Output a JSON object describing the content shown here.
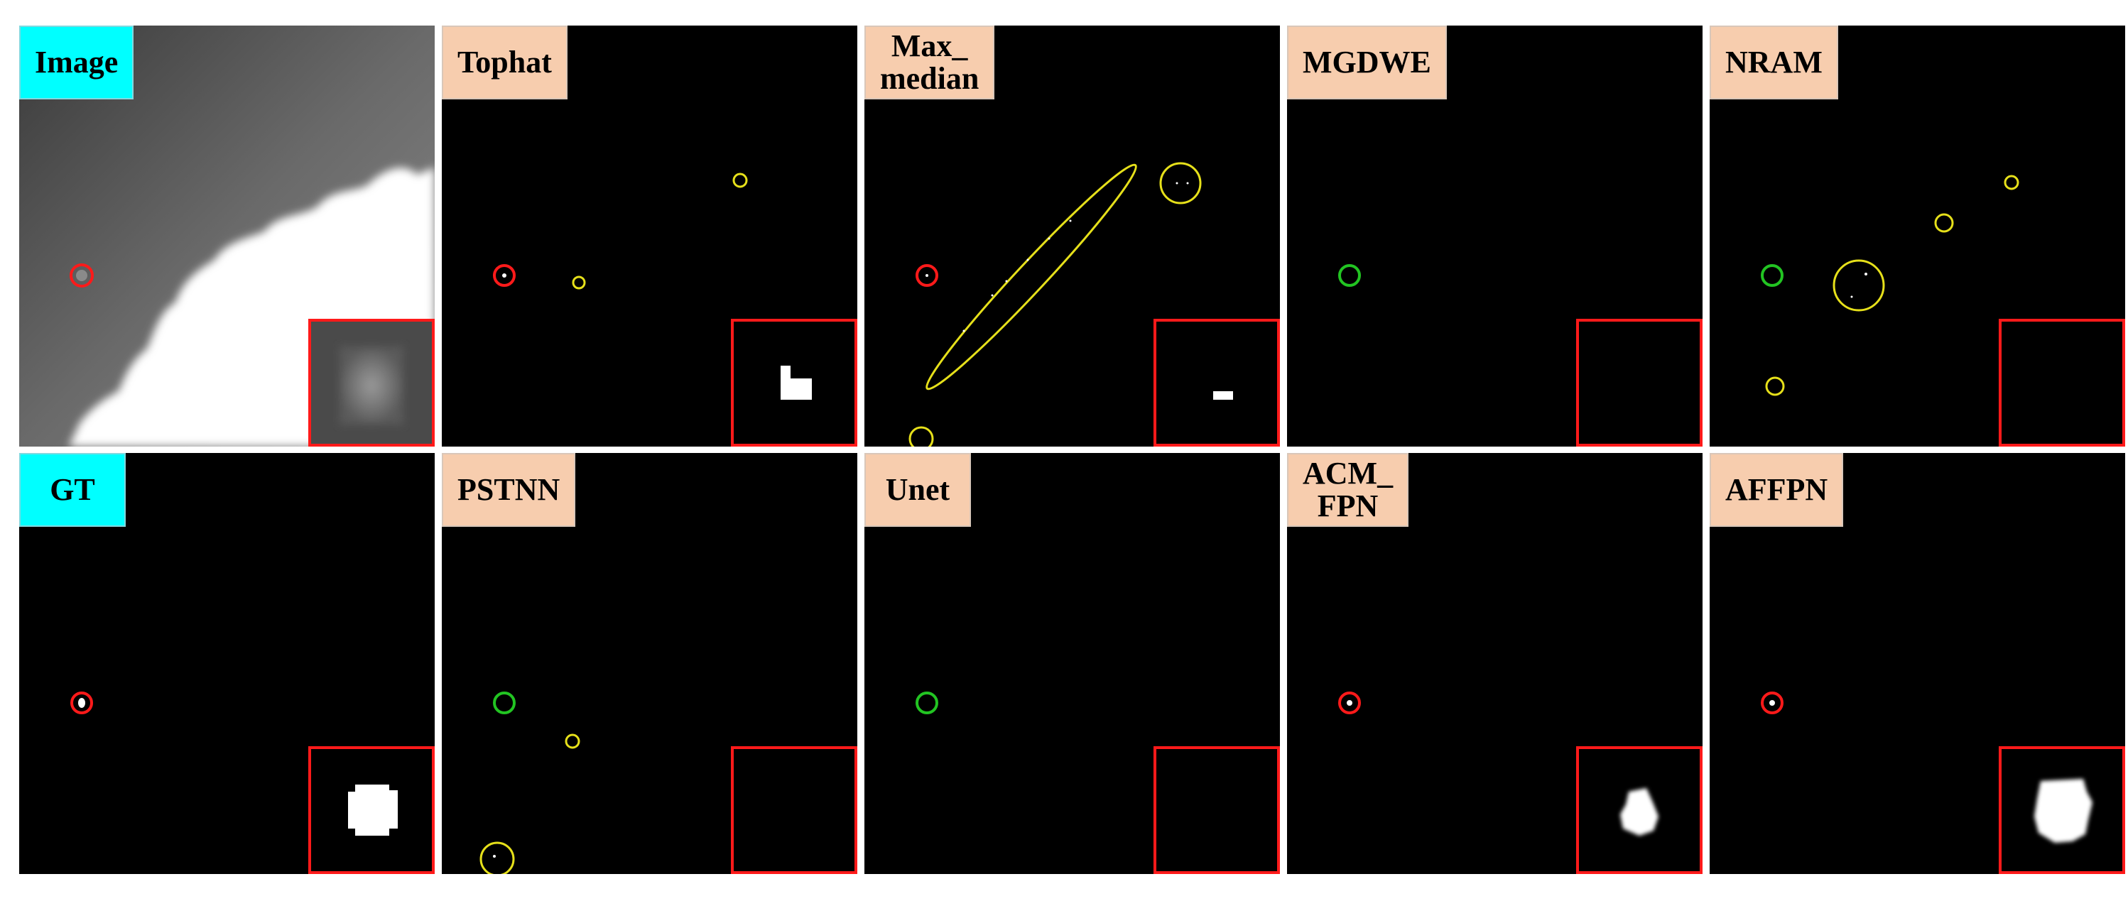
{
  "figure": {
    "rows": [
      [
        {
          "id": "image",
          "label": "Image",
          "label_style": "cyan"
        },
        {
          "id": "tophat",
          "label": "Tophat",
          "label_style": "peach"
        },
        {
          "id": "max-median",
          "label": "Max_\nmedian",
          "label_style": "peach"
        },
        {
          "id": "mgdwe",
          "label": "MGDWE",
          "label_style": "peach"
        },
        {
          "id": "nram",
          "label": "NRAM",
          "label_style": "peach"
        }
      ],
      [
        {
          "id": "gt",
          "label": "GT",
          "label_style": "cyan"
        },
        {
          "id": "pstnn",
          "label": "PSTNN",
          "label_style": "peach"
        },
        {
          "id": "unet",
          "label": "Unet",
          "label_style": "peach"
        },
        {
          "id": "acm-fpn",
          "label": "ACM_\nFPN",
          "label_style": "peach"
        },
        {
          "id": "affpn",
          "label": "AFFPN",
          "label_style": "peach"
        }
      ]
    ],
    "colors": {
      "label_cyan": "#00ffff",
      "label_peach": "#f7cdae",
      "detection_circle": "#ff1a1a",
      "missed_circle": "#22c422",
      "false_alarm_circle": "#e6e01a",
      "inset_border": "#ff1a1a"
    }
  }
}
